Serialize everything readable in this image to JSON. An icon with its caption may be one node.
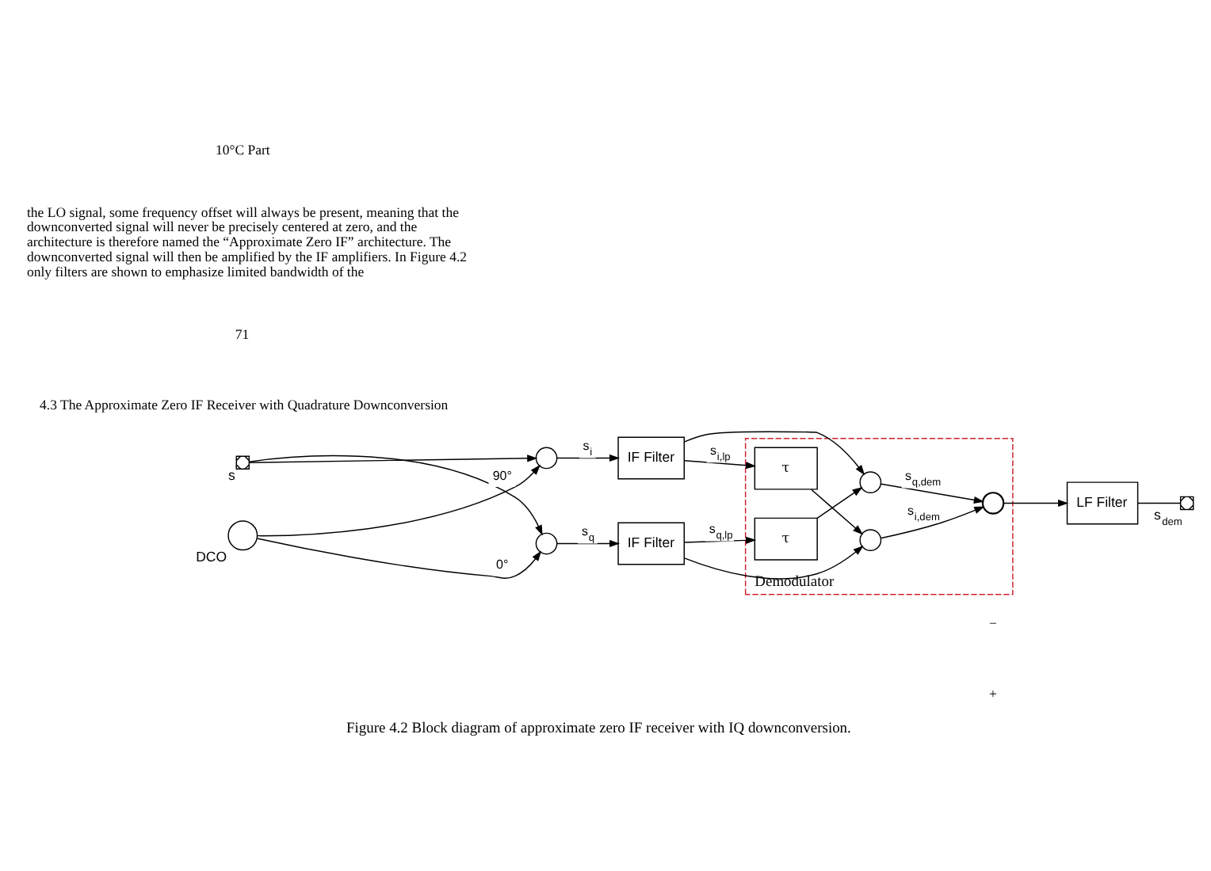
{
  "diagram": {
    "caption": "Figure 4.2 Block diagram of approximate zero IF receiver with IQ downconversion.",
    "nodes": [
      {
        "text": [
          "s"
        ]
      },
      {
        "text": [],
        "shape": "circle"
      },
      {
        "text": [],
        "shape": "circle"
      },
      {
        "text": [
          "DCO"
        ]
      },
      {
        "text": [
          "IF Filter"
        ]
      },
      {
        "text": [
          "IF Filter"
        ]
      },
      {
        "text": [
          "Demodulator"
        ]
      },
      {
        "text": [
          "τ"
        ],
        "in": 6
      },
      {
        "text": [
          "τ"
        ],
        "in": 6
      },
      {
        "text": [],
        "shape": "circle",
        "in": 6
      },
      {
        "text": [],
        "shape": "circle",
        "in": 6
      },
      {
        "text": [],
        "shape": "circle",
        "in": 6
      },
      {
        "text": [
          "LF Filter"
        ]
      },
      {
        "text": [
          "s$_{dem}$"
        ]
      }
    ],
    "edges": [
      {
        "from": 0,
        "to": 1,
        "arrow": "to"
      },
      {
        "from": 0,
        "to": 2,
        "arrow": "to"
      },
      {
        "from": 3,
        "to": 1,
        "arrow": "to",
        "label": "90°"
      },
      {
        "from": 3,
        "to": 2,
        "arrow": "to",
        "label": "0°"
      },
      {
        "from": 1,
        "to": 4,
        "arrow": "to",
        "label": "s$_{i}$"
      },
      {
        "from": 2,
        "to": 5,
        "arrow": "to",
        "label": "s$_{q}$"
      },
      {
        "from": 4,
        "to": 7,
        "arrow": "to",
        "label": "s$_{i,lp}$"
      },
      {
        "from": 4,
        "to": 10,
        "arrow": "to"
      },
      {
        "from": 5,
        "to": 8,
        "arrow": "to",
        "label": "s$_{q,lp}$"
      },
      {
        "from": 5,
        "to": 9,
        "arrow": "to"
      },
      {
        "from": 7,
        "to": 9,
        "arrow": "to"
      },
      {
        "from": 8,
        "to": 10,
        "arrow": "to"
      },
      {
        "from": 9,
        "to": 11,
        "arrow": "to",
        "label": "s$_{i,dem}$"
      },
      {
        "from": 10,
        "to": 11,
        "arrow": "to",
        "label": "s$_{q,dem}$"
      },
      {
        "from": 11,
        "to": 12,
        "arrow": "to"
      },
      {
        "from": 12,
        "to": 13,
        "arrow": "none"
      }
    ],
    "labels": [
      "4.3 The Approximate Zero IF Receiver with Quadrature Downconversion",
      "71",
      "+",
      "−",
      "the LO signal, some frequency offset will always be present, meaning that the downconverted signal will never be precisely centered at zero, and the architecture is therefore named the “Approximate Zero IF” architecture. The downconverted signal will then be amplified by the IF amplifiers. In Figure 4.2 only filters are shown to emphasize limited bandwidth of the",
      "10°C Part"
    ]
  }
}
